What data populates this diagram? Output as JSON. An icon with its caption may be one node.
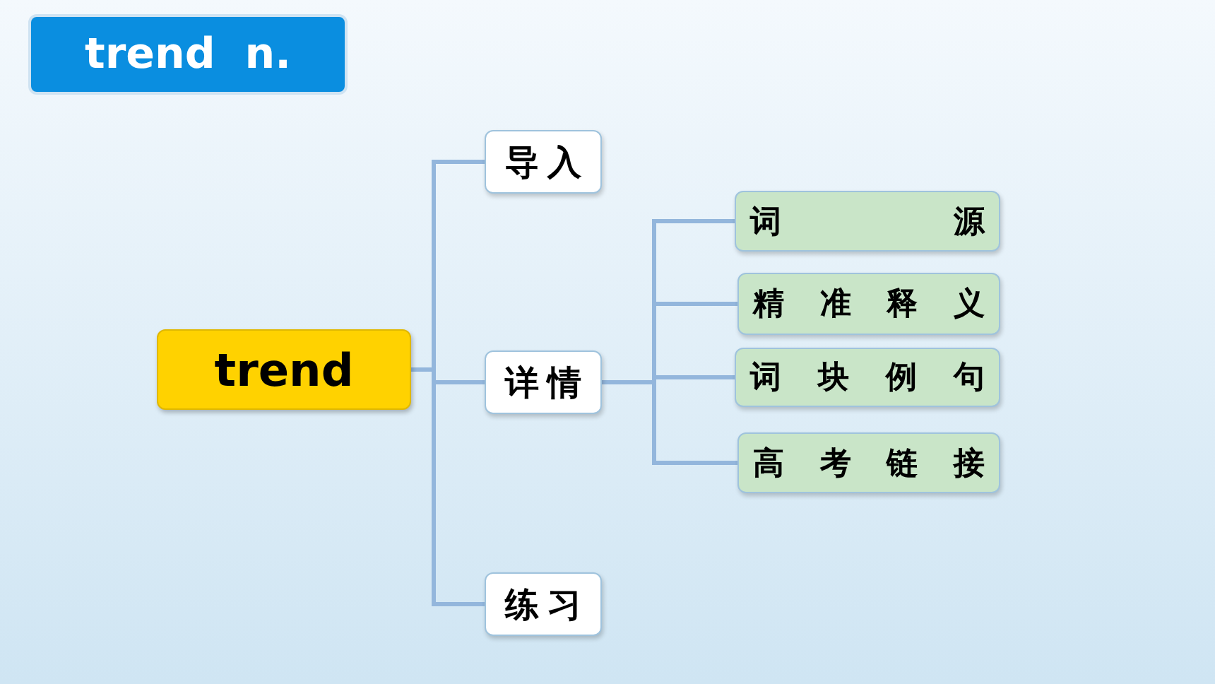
{
  "diagram": {
    "nodes": [
      {
        "text": [
          "trend  n."
        ]
      },
      {
        "text": [
          "trend"
        ]
      },
      {
        "text": [
          "导入"
        ]
      },
      {
        "text": [
          "详情"
        ]
      },
      {
        "text": [
          "练习"
        ]
      },
      {
        "text": [
          "词源"
        ]
      },
      {
        "text": [
          "精准释义"
        ]
      },
      {
        "text": [
          "词块例句"
        ]
      },
      {
        "text": [
          "高考链接"
        ]
      }
    ],
    "edges": [
      {
        "from": 1,
        "to": 2,
        "arrow": "none"
      },
      {
        "from": 1,
        "to": 3,
        "arrow": "none"
      },
      {
        "from": 1,
        "to": 4,
        "arrow": "none"
      },
      {
        "from": 3,
        "to": 5,
        "arrow": "none"
      },
      {
        "from": 3,
        "to": 6,
        "arrow": "none"
      },
      {
        "from": 3,
        "to": 7,
        "arrow": "none"
      },
      {
        "from": 3,
        "to": 8,
        "arrow": "none"
      }
    ]
  }
}
